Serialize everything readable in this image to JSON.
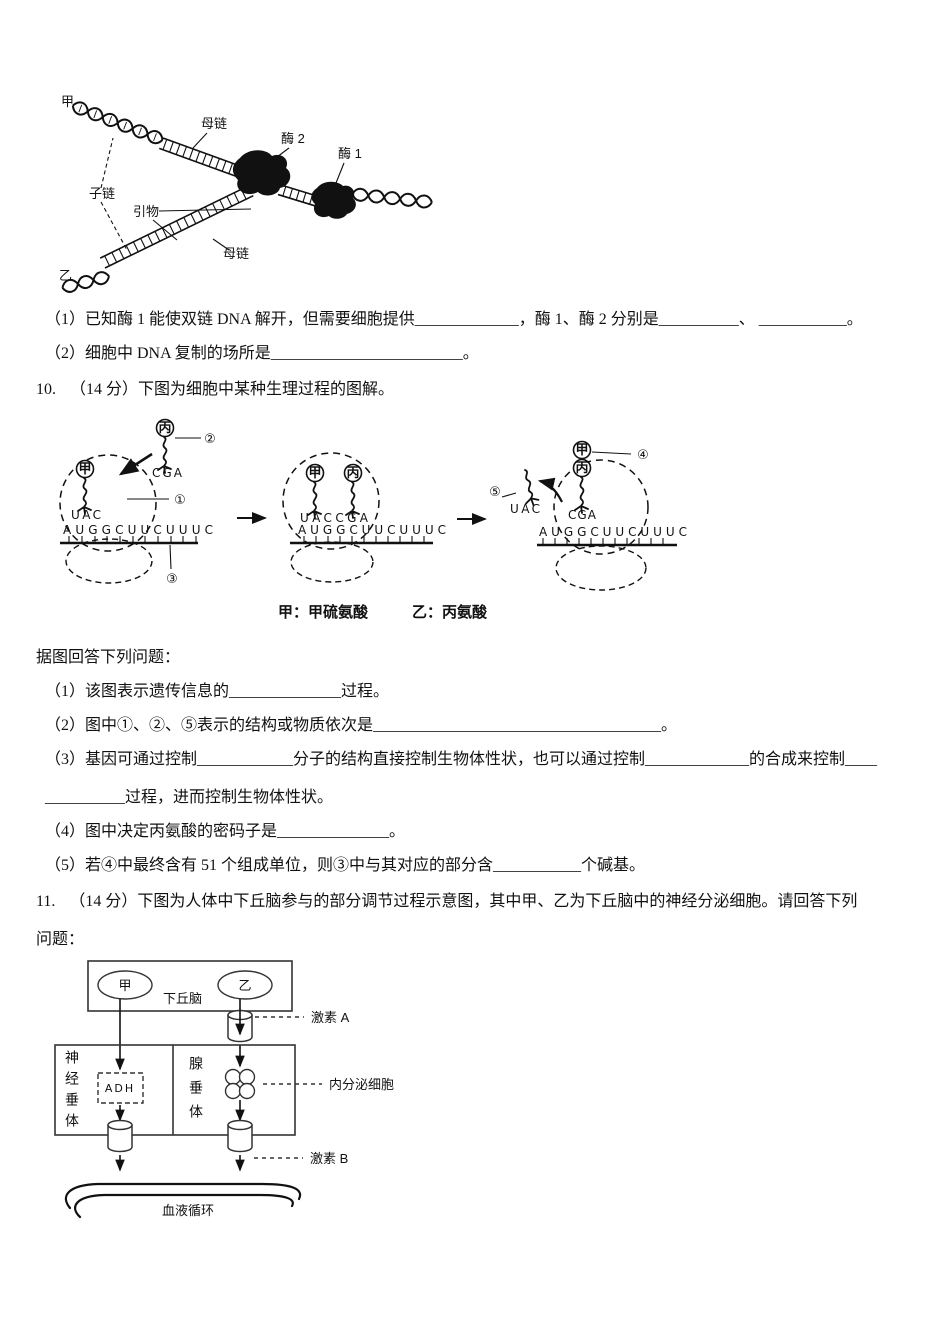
{
  "dna_figure": {
    "label_jia": "甲",
    "label_mother_top": "母链",
    "label_enzyme2": "酶 2",
    "label_enzyme1": "酶 1",
    "label_child": "子链",
    "label_primer": "引物",
    "label_mother_bottom": "母链",
    "label_yi": "乙"
  },
  "q9": {
    "item1": "（1）已知酶 1 能使双链 DNA 解开，但需要细胞提供_____________，酶 1、酶 2 分别是__________、 ___________。",
    "item2": "（2）细胞中 DNA 复制的场所是________________________。"
  },
  "q10": {
    "number": "10.",
    "stem": "（14 分）下图为细胞中某种生理过程的图解。",
    "figure": {
      "r1": {
        "amino_inside": "甲",
        "amino_incoming": "丙",
        "anticodon_inside": "UAC",
        "anticodon_incoming": "CGA",
        "mrna": "AUGGCUUCUUUC",
        "callout_ribosome": "①",
        "callout_trna": "②",
        "callout_mrna": "③"
      },
      "r2": {
        "amino1": "甲",
        "amino2": "丙",
        "anticodons": "UACCGA",
        "mrna": "AUGGCUUCUUUC"
      },
      "r3": {
        "amino_top": "甲",
        "amino2": "丙",
        "anticodon_leaving": "UAC",
        "anticodon_bound": "CGA",
        "mrna": "AUGGCUUCUUUC",
        "callout_peptide": "④",
        "callout_leaving": "⑤"
      },
      "caption_left": "甲：甲硫氨酸",
      "caption_right": "乙：丙氨酸"
    },
    "lead": "据图回答下列问题：",
    "item1": "（1）该图表示遗传信息的______________过程。",
    "item2": "（2）图中①、②、⑤表示的结构或物质依次是____________________________________。",
    "item3a": "（3）基因可通过控制____________分子的结构直接控制生物体性状，也可以通过控制_____________的合成来控制____",
    "item3b": "__________过程，进而控制生物体性状。",
    "item4": "（4）图中决定丙氨酸的密码子是______________。",
    "item5": "（5）若④中最终含有 51 个组成单位，则③中与其对应的部分含___________个碱基。"
  },
  "q11": {
    "number": "11.",
    "stem1": "（14 分）下图为人体中下丘脑参与的部分调节过程示意图，其中甲、乙为下丘脑中的神经分泌细胞。请回答下列",
    "stem2": "问题：",
    "figure": {
      "hypothalamus": "下丘脑",
      "cell_left": "甲",
      "cell_right": "乙",
      "hormone_a": "激素 A",
      "neurohypophysis": "神经垂体",
      "adenohypophysis": "腺垂体",
      "adh": "ADH",
      "endocrine_cells": "内分泌细胞",
      "hormone_b": "激素 B",
      "blood_circulation": "血液循环"
    }
  }
}
